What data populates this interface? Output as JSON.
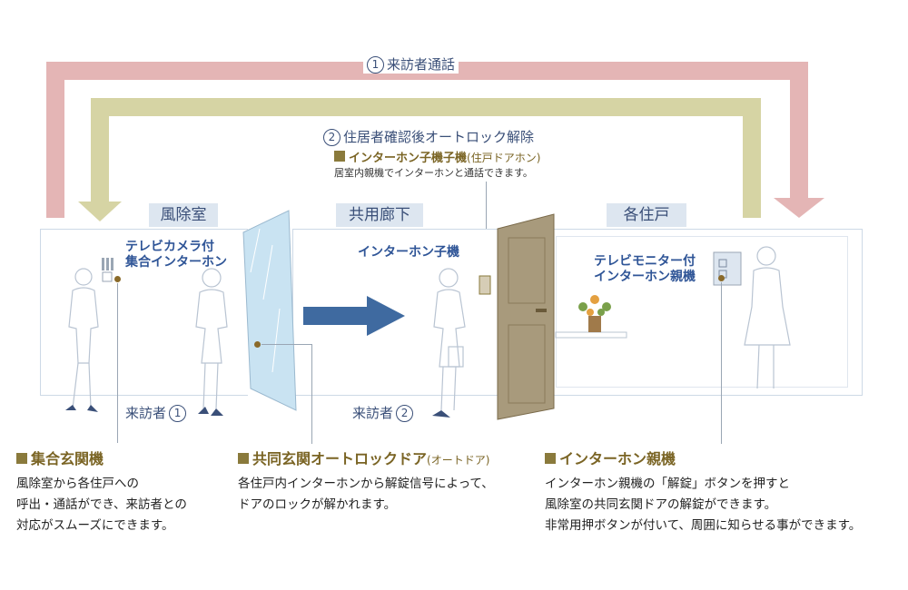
{
  "arrows": {
    "step1": {
      "num": "1",
      "label": "来訪者通話",
      "color": "#e4b5b5"
    },
    "step2": {
      "num": "2",
      "label": "住居者確認後オートロック解除",
      "color": "#d6d4a4"
    }
  },
  "rooms": {
    "fuujoshitsu": "風除室",
    "kyouyou_rouka": "共用廊下",
    "kaku_jyuuko": "各住戸"
  },
  "devices": {
    "tv_camera_line1": "テレビカメラ付",
    "tv_camera_line2": "集合インターホン",
    "intercom_sub": "インターホン子機",
    "tv_monitor_line1": "テレビモニター付",
    "tv_monitor_line2": "インターホン親機"
  },
  "visitors": {
    "v1_label": "来訪者",
    "v1_num": "1",
    "v2_label": "来訪者",
    "v2_num": "2"
  },
  "top_note": {
    "title": "インターホン子機子機",
    "title_sub": "(住戸ドアホン)",
    "desc": "居室内親機でインターホンと通話できます。"
  },
  "notes": [
    {
      "title": "集合玄関機",
      "title_sub": "",
      "lines": [
        "風除室から各住戸への",
        "呼出・通話ができ、来訪者との",
        "対応がスムーズにできます。"
      ]
    },
    {
      "title": "共同玄関オートロックドア",
      "title_sub": "(オートドア)",
      "lines": [
        "各住戸内インターホンから解錠信号によって、",
        "ドアのロックが解かれます。"
      ]
    },
    {
      "title": "インターホン親機",
      "title_sub": "",
      "lines": [
        "インターホン親機の「解錠」ボタンを押すと",
        "風除室の共同玄関ドアの解錠ができます。",
        "非常用押ボタンが付いて、周囲に知らせる事ができます。"
      ]
    }
  ],
  "colors": {
    "room_label_bg": "#dde6f0",
    "blue_text": "#2f5597",
    "gold": "#8a7a3c",
    "door": "#a89a7c",
    "glass": "#c9e3f2",
    "flow_arrow": "#3f6aa0"
  }
}
